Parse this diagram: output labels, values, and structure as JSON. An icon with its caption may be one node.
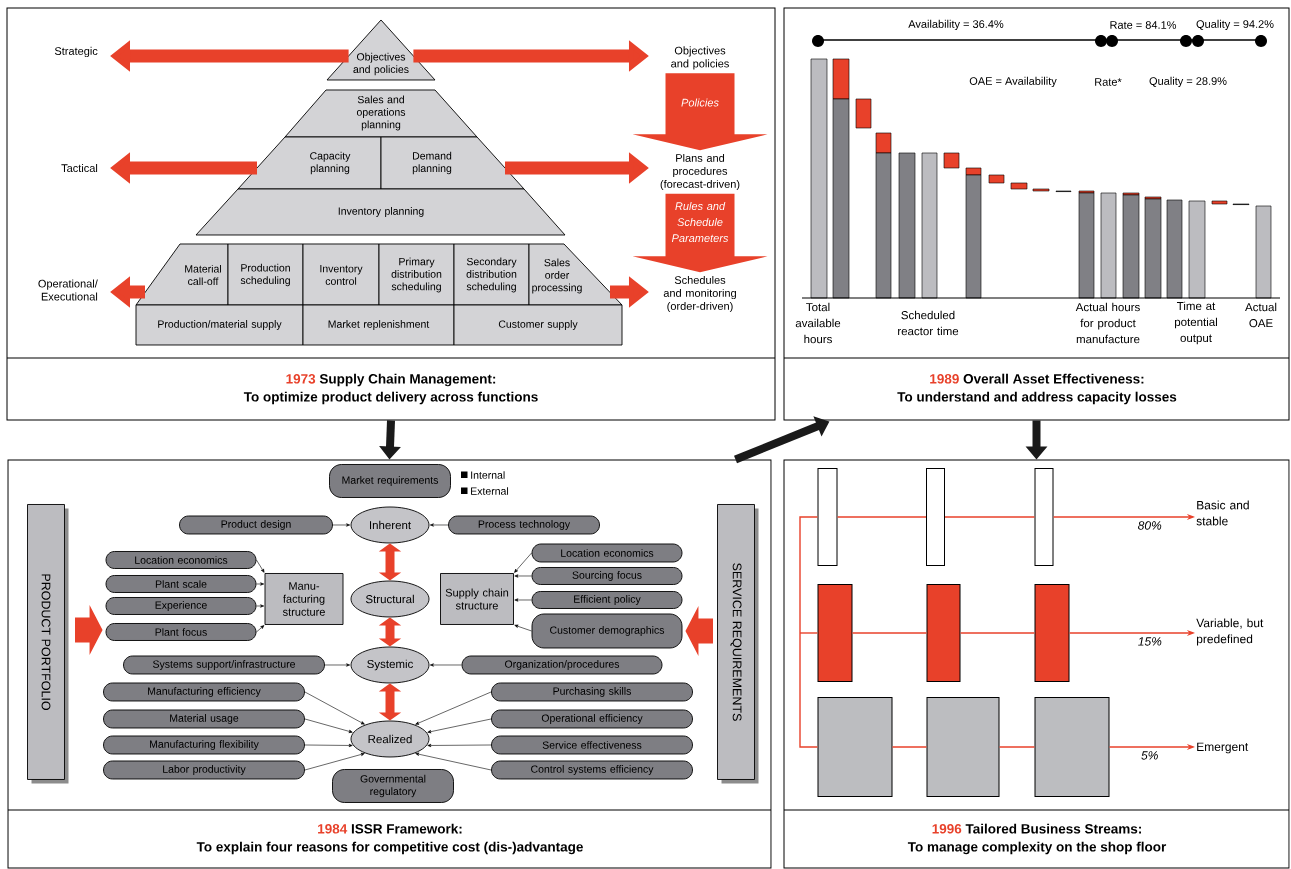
{
  "diagram": {
    "nodes": [
      {
        "text": [
          "1973",
          "Supply Chain Management:",
          "To optimize product delivery across functions"
        ]
      },
      {
        "text": [
          "Objectives and policies"
        ],
        "in": 0
      },
      {
        "text": [
          "Sales and operations planning"
        ],
        "in": 0
      },
      {
        "text": [
          "Capacity planning"
        ],
        "in": 0
      },
      {
        "text": [
          "Demand planning"
        ],
        "in": 0
      },
      {
        "text": [
          "Inventory planning"
        ],
        "in": 0
      },
      {
        "text": [
          "Material call-off"
        ],
        "in": 0
      },
      {
        "text": [
          "Production scheduling"
        ],
        "in": 0
      },
      {
        "text": [
          "Inventory control"
        ],
        "in": 0
      },
      {
        "text": [
          "Primary distribution scheduling"
        ],
        "in": 0
      },
      {
        "text": [
          "Secondary distribution scheduling"
        ],
        "in": 0
      },
      {
        "text": [
          "Sales order processing"
        ],
        "in": 0
      },
      {
        "text": [
          "Production/material supply"
        ],
        "in": 0
      },
      {
        "text": [
          "Market replenishment"
        ],
        "in": 0
      },
      {
        "text": [
          "Customer supply"
        ],
        "in": 0
      },
      {
        "text": [
          "Strategic"
        ],
        "in": 0
      },
      {
        "text": [
          "Tactical"
        ],
        "in": 0
      },
      {
        "text": [
          "Operational/ Executional"
        ],
        "in": 0
      },
      {
        "text": [
          "Objectives and policies"
        ],
        "in": 0
      },
      {
        "text": [
          "Plans and procedures (forecast-driven)"
        ],
        "in": 0
      },
      {
        "text": [
          "Schedules and monitoring (order-driven)"
        ],
        "in": 0
      },
      {
        "text": [
          "1989",
          "Overall Asset Effectiveness:",
          "To understand and address capacity losses"
        ]
      },
      {
        "text": [
          "1984",
          "ISSR Framework:",
          "To explain four reasons for competitive cost (dis-)advantage"
        ]
      },
      {
        "text": [
          "Market requirements"
        ],
        "in": 22,
        "beside": [
          "Internal",
          "External"
        ]
      },
      {
        "text": [
          "PRODUCT PORTFOLIO"
        ],
        "in": 22
      },
      {
        "text": [
          "SERVICE REQUIREMENTS"
        ],
        "in": 22
      },
      {
        "text": [
          "Product design"
        ],
        "in": 22
      },
      {
        "text": [
          "Inherent"
        ],
        "in": 22
      },
      {
        "text": [
          "Process technology"
        ],
        "in": 22
      },
      {
        "text": [
          "Location economics"
        ],
        "in": 22
      },
      {
        "text": [
          "Plant scale"
        ],
        "in": 22
      },
      {
        "text": [
          "Experience"
        ],
        "in": 22
      },
      {
        "text": [
          "Plant focus"
        ],
        "in": 22
      },
      {
        "text": [
          "Manu-facturing structure"
        ],
        "in": 22
      },
      {
        "text": [
          "Structural"
        ],
        "in": 22
      },
      {
        "text": [
          "Supply chain structure"
        ],
        "in": 22
      },
      {
        "text": [
          "Location economics"
        ],
        "in": 22
      },
      {
        "text": [
          "Sourcing focus"
        ],
        "in": 22
      },
      {
        "text": [
          "Efficient policy"
        ],
        "in": 22
      },
      {
        "text": [
          "Customer demographics"
        ],
        "in": 22
      },
      {
        "text": [
          "Systems support/infrastructure"
        ],
        "in": 22
      },
      {
        "text": [
          "Systemic"
        ],
        "in": 22
      },
      {
        "text": [
          "Organization/procedures"
        ],
        "in": 22
      },
      {
        "text": [
          "Manufacturing efficiency"
        ],
        "in": 22
      },
      {
        "text": [
          "Material usage"
        ],
        "in": 22
      },
      {
        "text": [
          "Manufacturing flexibility"
        ],
        "in": 22
      },
      {
        "text": [
          "Labor productivity"
        ],
        "in": 22
      },
      {
        "text": [
          "Realized"
        ],
        "in": 22
      },
      {
        "text": [
          "Purchasing skills"
        ],
        "in": 22
      },
      {
        "text": [
          "Operational efficiency"
        ],
        "in": 22
      },
      {
        "text": [
          "Service effectiveness"
        ],
        "in": 22
      },
      {
        "text": [
          "Control systems efficiency"
        ],
        "in": 22
      },
      {
        "text": [
          "Governmental regulatory"
        ],
        "in": 22
      },
      {
        "text": [
          "1996",
          "Tailored Business Streams:",
          "To manage complexity on the shop floor"
        ]
      },
      {
        "text": [],
        "shape": "box",
        "in": 53
      },
      {
        "text": [],
        "shape": "box",
        "in": 53
      },
      {
        "text": [],
        "shape": "box",
        "in": 53
      },
      {
        "text": [
          "Basic and stable"
        ],
        "in": 53
      },
      {
        "text": [],
        "shape": "box",
        "in": 53
      },
      {
        "text": [],
        "shape": "box",
        "in": 53
      },
      {
        "text": [],
        "shape": "box",
        "in": 53
      },
      {
        "text": [
          "Variable, but predefined"
        ],
        "in": 53
      },
      {
        "text": [],
        "shape": "box",
        "in": 53
      },
      {
        "text": [],
        "shape": "box",
        "in": 53
      },
      {
        "text": [],
        "shape": "box",
        "in": 53
      },
      {
        "text": [
          "Emergent"
        ],
        "in": 53
      }
    ],
    "edges": [
      {
        "from": 1,
        "to": 15,
        "arrow": "to",
        "style": "thick",
        "color": "#e8412a"
      },
      {
        "from": 1,
        "to": 18,
        "arrow": "to",
        "style": "thick",
        "color": "#e8412a"
      },
      {
        "from": 3,
        "to": 16,
        "arrow": "to",
        "style": "thick",
        "color": "#e8412a"
      },
      {
        "from": 4,
        "to": 19,
        "arrow": "to",
        "style": "thick",
        "color": "#e8412a"
      },
      {
        "from": 6,
        "to": 17,
        "arrow": "to",
        "style": "thick",
        "color": "#e8412a"
      },
      {
        "from": 11,
        "to": 20,
        "arrow": "to",
        "style": "thick",
        "color": "#e8412a"
      },
      {
        "from": 18,
        "to": 19,
        "arrow": "to",
        "label": "Policies",
        "style": "thick",
        "color": "#e8412a"
      },
      {
        "from": 19,
        "to": 20,
        "arrow": "to",
        "label": "Rules and Schedule Parameters",
        "style": "thick",
        "color": "#e8412a"
      },
      {
        "from": 0,
        "to": 22,
        "arrow": "to",
        "style": "thick",
        "color": "#1a1a1a"
      },
      {
        "from": 22,
        "to": 21,
        "arrow": "to",
        "style": "thick",
        "color": "#1a1a1a"
      },
      {
        "from": 21,
        "to": 53,
        "arrow": "to",
        "style": "thick",
        "color": "#1a1a1a"
      },
      {
        "from": 24,
        "to": 32,
        "arrow": "to",
        "style": "thick",
        "color": "#e8412a"
      },
      {
        "from": 25,
        "to": 39,
        "arrow": "to",
        "style": "thick",
        "color": "#e8412a"
      },
      {
        "from": 26,
        "to": 27,
        "arrow": "to",
        "color": "#000000"
      },
      {
        "from": 28,
        "to": 27,
        "arrow": "to",
        "color": "#000000"
      },
      {
        "from": 29,
        "to": 33,
        "arrow": "to",
        "color": "#000000"
      },
      {
        "from": 30,
        "to": 33,
        "arrow": "to",
        "color": "#000000"
      },
      {
        "from": 31,
        "to": 33,
        "arrow": "to",
        "color": "#000000"
      },
      {
        "from": 32,
        "to": 33,
        "arrow": "to",
        "color": "#000000"
      },
      {
        "from": 36,
        "to": 35,
        "arrow": "to",
        "color": "#000000"
      },
      {
        "from": 37,
        "to": 35,
        "arrow": "to",
        "color": "#000000"
      },
      {
        "from": 38,
        "to": 35,
        "arrow": "to",
        "color": "#000000"
      },
      {
        "from": 39,
        "to": 35,
        "arrow": "to",
        "color": "#000000"
      },
      {
        "from": 40,
        "to": 41,
        "arrow": "to",
        "color": "#000000"
      },
      {
        "from": 42,
        "to": 41,
        "arrow": "to",
        "color": "#000000"
      },
      {
        "from": 43,
        "to": 47,
        "arrow": "to",
        "color": "#000000"
      },
      {
        "from": 44,
        "to": 47,
        "arrow": "to",
        "color": "#000000"
      },
      {
        "from": 45,
        "to": 47,
        "arrow": "to",
        "color": "#000000"
      },
      {
        "from": 46,
        "to": 47,
        "arrow": "to",
        "color": "#000000"
      },
      {
        "from": 48,
        "to": 47,
        "arrow": "to",
        "color": "#000000"
      },
      {
        "from": 49,
        "to": 47,
        "arrow": "to",
        "color": "#000000"
      },
      {
        "from": 50,
        "to": 47,
        "arrow": "to",
        "color": "#000000"
      },
      {
        "from": 51,
        "to": 47,
        "arrow": "to",
        "color": "#000000"
      },
      {
        "from": 27,
        "to": 34,
        "arrow": "both",
        "style": "thick",
        "color": "#e8412a"
      },
      {
        "from": 34,
        "to": 41,
        "arrow": "both",
        "style": "thick",
        "color": "#e8412a"
      },
      {
        "from": 41,
        "to": 47,
        "arrow": "both",
        "style": "thick",
        "color": "#e8412a"
      },
      {
        "from": null,
        "to": 54,
        "arrow": "none",
        "color": "#e8412a"
      },
      {
        "from": 54,
        "to": 55,
        "arrow": "none",
        "color": "#e8412a"
      },
      {
        "from": 55,
        "to": 56,
        "arrow": "none",
        "color": "#e8412a"
      },
      {
        "from": 56,
        "to": 57,
        "arrow": "to",
        "label": "80%",
        "color": "#e8412a"
      },
      {
        "from": null,
        "to": 58,
        "arrow": "none",
        "color": "#e8412a"
      },
      {
        "from": 58,
        "to": 59,
        "arrow": "none",
        "color": "#e8412a"
      },
      {
        "from": 59,
        "to": 60,
        "arrow": "none",
        "color": "#e8412a"
      },
      {
        "from": 60,
        "to": 61,
        "arrow": "to",
        "label": "15%",
        "color": "#e8412a"
      },
      {
        "from": null,
        "to": 62,
        "arrow": "none",
        "color": "#e8412a"
      },
      {
        "from": 62,
        "to": 63,
        "arrow": "none",
        "color": "#e8412a"
      },
      {
        "from": 63,
        "to": 64,
        "arrow": "none",
        "color": "#e8412a"
      },
      {
        "from": 64,
        "to": 65,
        "arrow": "to",
        "label": "5%",
        "color": "#e8412a"
      }
    ],
    "labels": [
      "Availability = 36.4%",
      "Rate = 84.1%",
      "Quality = 94.2%",
      "OAE = Availability",
      "Rate*",
      "Quality = 28.9%",
      "Total available hours",
      "Scheduled reactor time",
      "Actual hours for product manufacture",
      "Time at potential output",
      "Actual OAE"
    ]
  }
}
